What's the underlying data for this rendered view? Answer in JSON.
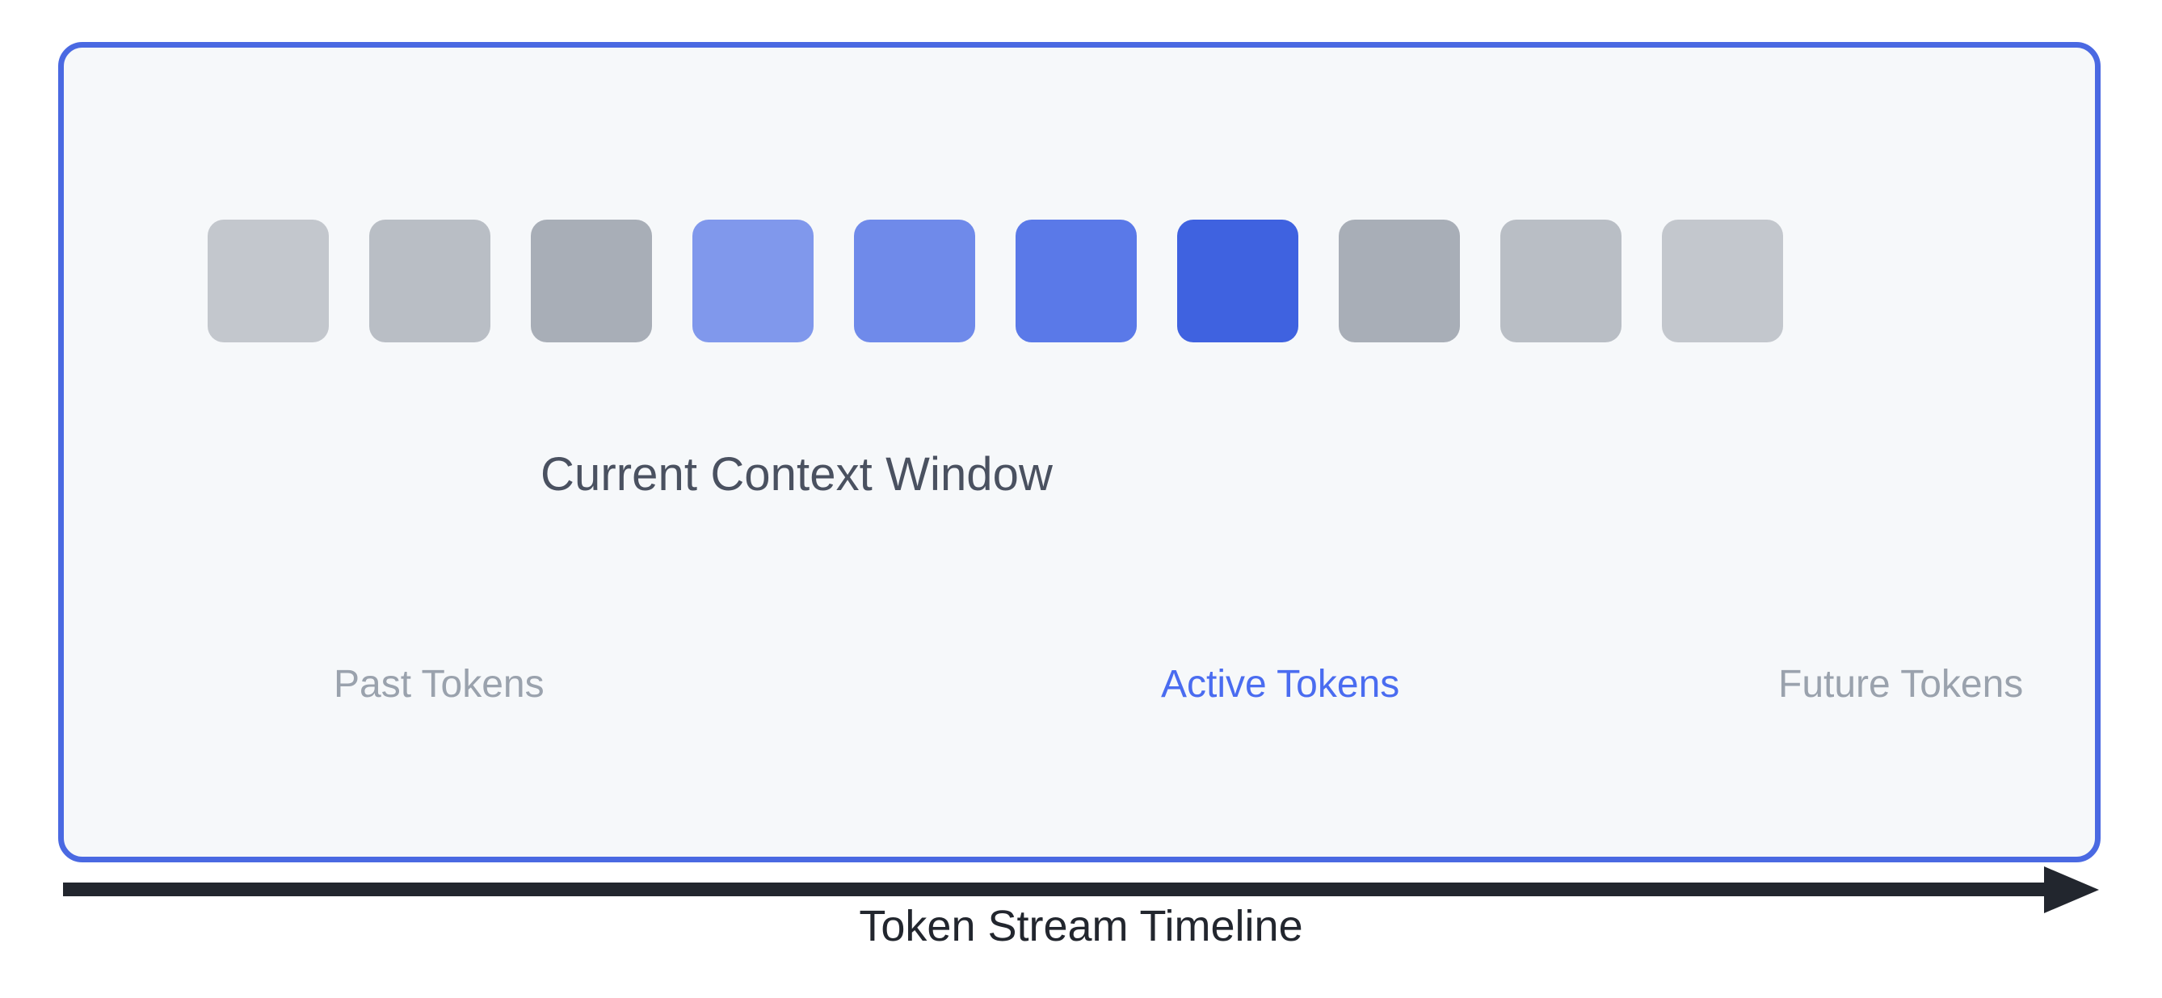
{
  "diagram": {
    "title": "Token Stream Timeline",
    "card": {
      "heading": "Current Context Window",
      "border_color": "#4a69e2",
      "fill_color": "#f6f8fa"
    },
    "tokens": [
      {
        "index": 1,
        "state": "past",
        "color": "#c3c7cd",
        "label": "past-token-1"
      },
      {
        "index": 2,
        "state": "past",
        "color": "#b9bec5",
        "label": "past-token-2"
      },
      {
        "index": 3,
        "state": "past",
        "color": "#a8aeb7",
        "label": "past-token-3"
      },
      {
        "index": 4,
        "state": "active",
        "color": "#8098ec",
        "label": "active-token-1"
      },
      {
        "index": 5,
        "state": "active",
        "color": "#6f8aea",
        "label": "active-token-2"
      },
      {
        "index": 6,
        "state": "active",
        "color": "#5a79e8",
        "label": "active-token-3"
      },
      {
        "index": 7,
        "state": "active",
        "color": "#3f62e0",
        "label": "active-token-4"
      },
      {
        "index": 8,
        "state": "future",
        "color": "#a8aeb7",
        "label": "future-token-1"
      },
      {
        "index": 9,
        "state": "future",
        "color": "#b9bec5",
        "label": "future-token-2"
      },
      {
        "index": 10,
        "state": "future",
        "color": "#c3c7cd",
        "label": "future-token-3"
      }
    ],
    "zones": [
      {
        "key": "past",
        "label": "Past Tokens",
        "color": "#9aa2ad"
      },
      {
        "key": "active",
        "label": "Active Tokens",
        "color": "#4a6cf0"
      },
      {
        "key": "future",
        "label": "Future Tokens",
        "color": "#9aa2ad"
      }
    ],
    "axis": {
      "caption": "Token Stream Timeline",
      "direction": "left-to-right",
      "color": "#22262e"
    }
  }
}
